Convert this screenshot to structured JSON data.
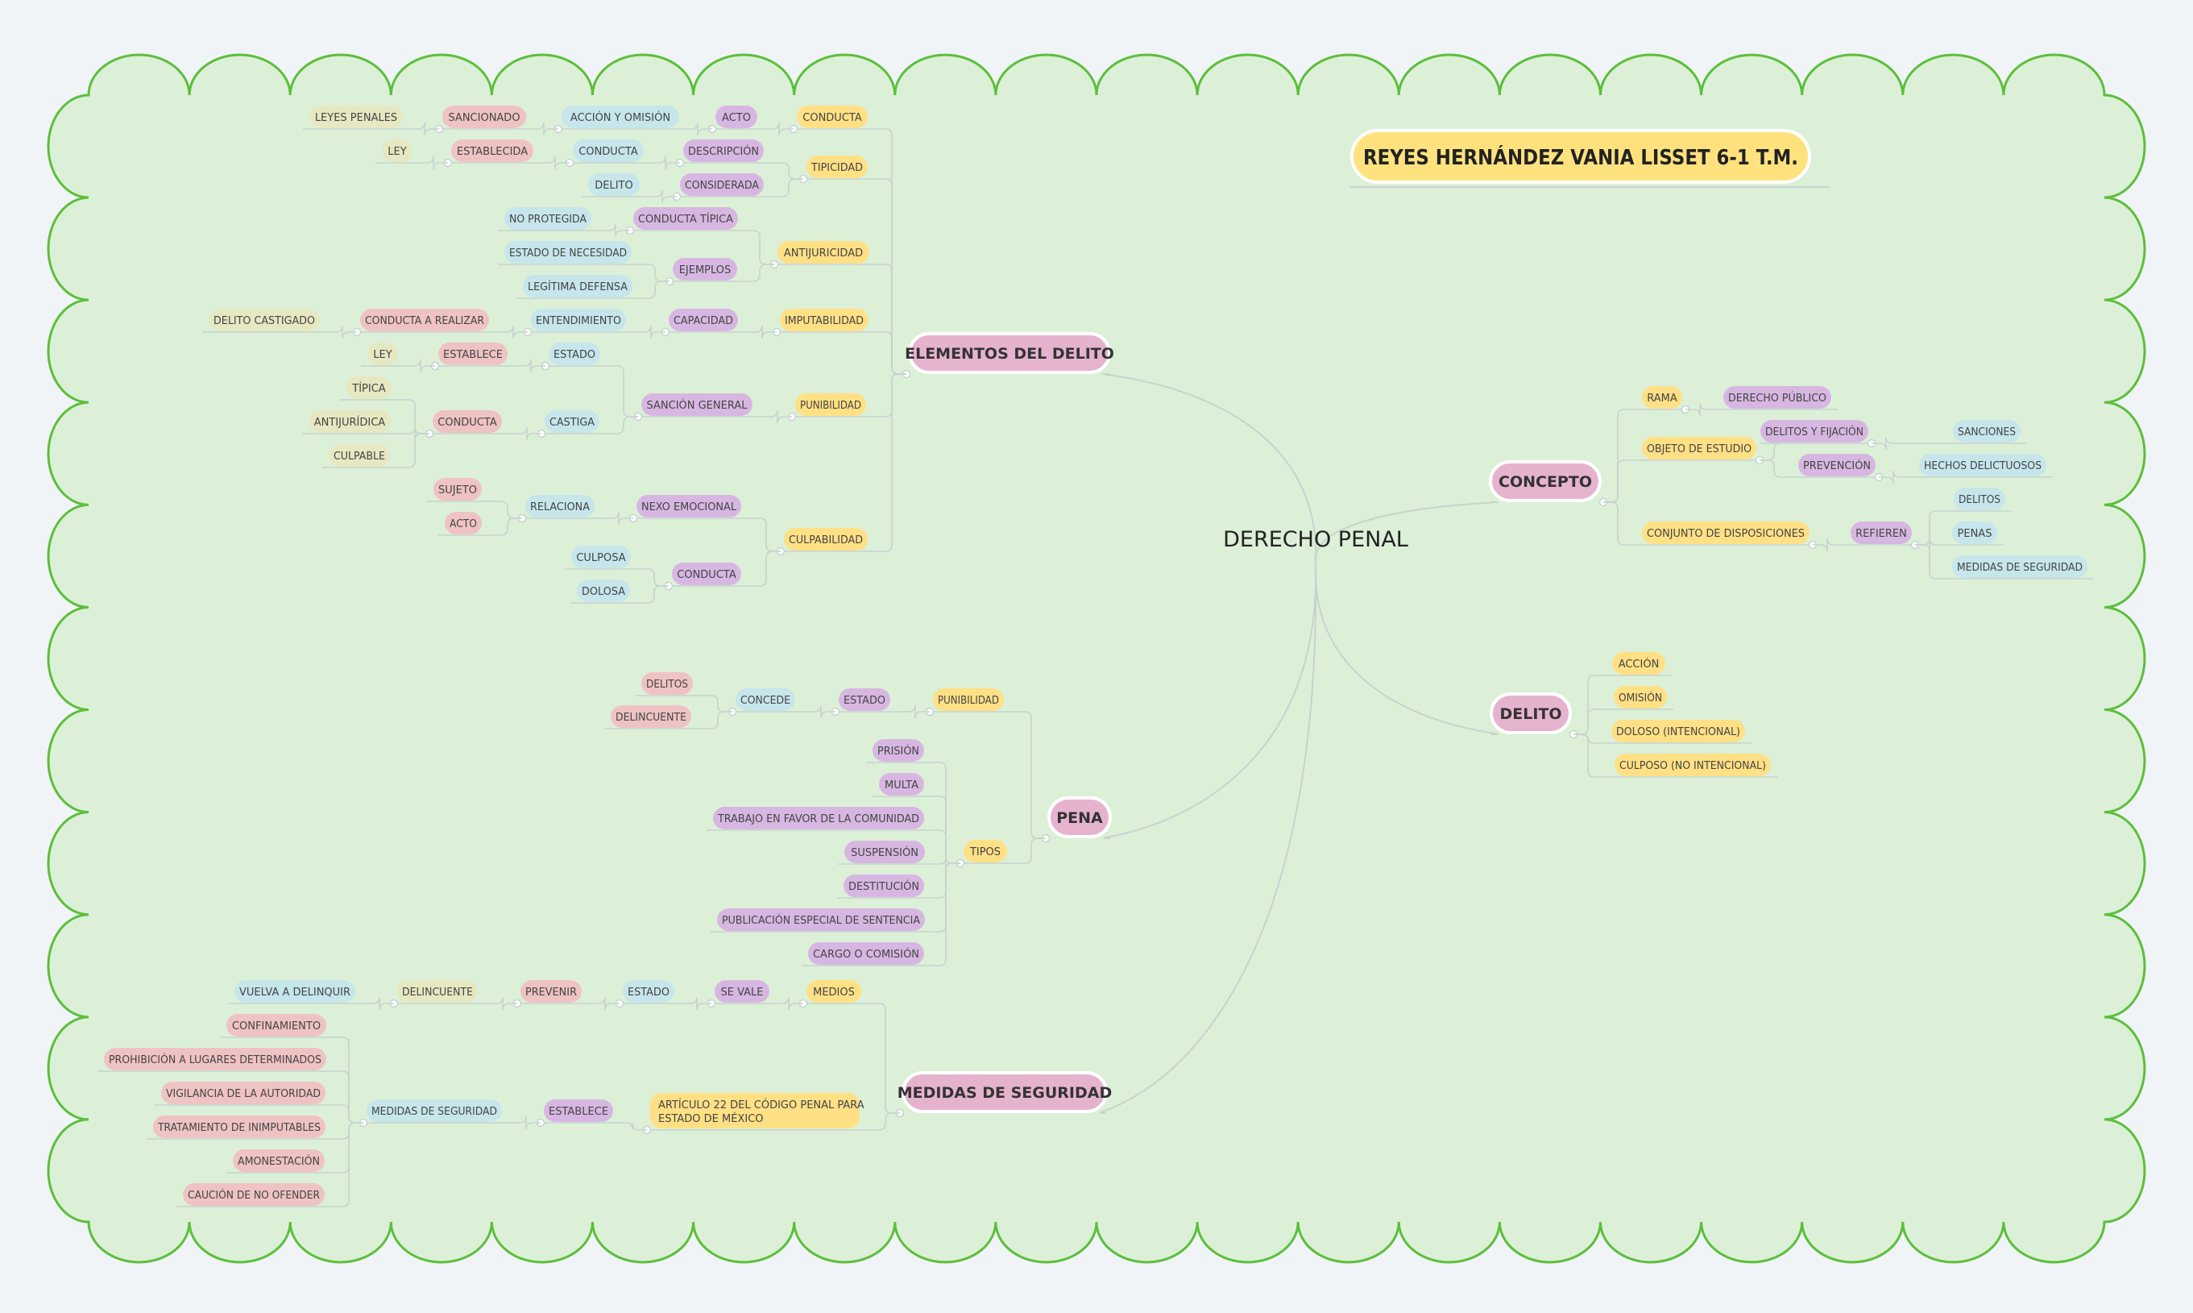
{
  "title": "REYES HERNÁNDEZ VANIA LISSET  6-1  T.M.",
  "root": "DERECHO PENAL",
  "colors": {
    "background": "#f0f4f7",
    "canvas": "#dcf0d8",
    "canvas_border": "#5cbf3a",
    "title_fill": "#ffe27e",
    "main_branch": "#e6b3cf",
    "yellow": "#ffe085",
    "purple": "#d7b7e2",
    "blue": "#c6e6ec",
    "pink": "#efc3c3",
    "olive": "#e6e8c2",
    "line": "#c6d3cf"
  },
  "nodes": {
    "ed": {
      "label": "ELEMENTOS DEL DELITO"
    },
    "conducta": {
      "label": "CONDUCTA"
    },
    "acto1": {
      "label": "ACTO"
    },
    "accion_omision": {
      "label": "ACCIÓN Y OMISIÓN"
    },
    "sancionado": {
      "label": "SANCIONADO"
    },
    "leyes_penales": {
      "label": "LEYES PENALES"
    },
    "tipicidad": {
      "label": "TIPICIDAD"
    },
    "descripcion": {
      "label": "DESCRIPCIÓN"
    },
    "conducta2": {
      "label": "CONDUCTA"
    },
    "establecida": {
      "label": "ESTABLECIDA"
    },
    "ley1": {
      "label": "LEY"
    },
    "considerada": {
      "label": "CONSIDERADA"
    },
    "delito1": {
      "label": "DELITO"
    },
    "antijuricidad": {
      "label": "ANTIJURICIDAD"
    },
    "conducta_tipica": {
      "label": "CONDUCTA TÍPICA"
    },
    "no_protegida": {
      "label": "NO PROTEGIDA"
    },
    "ejemplos": {
      "label": "EJEMPLOS"
    },
    "estado_necesidad": {
      "label": "ESTADO DE NECESIDAD"
    },
    "legitima_defensa": {
      "label": "LEGÍTIMA DEFENSA"
    },
    "imputabilidad": {
      "label": "IMPUTABILIDAD"
    },
    "capacidad": {
      "label": "CAPACIDAD"
    },
    "entendimiento": {
      "label": "ENTENDIMIENTO"
    },
    "conducta_realizar": {
      "label": "CONDUCTA A REALIZAR"
    },
    "delito_castigado": {
      "label": "DELITO CASTIGADO"
    },
    "punibilidad1": {
      "label": "PUNIBILIDAD"
    },
    "sancion_general": {
      "label": "SANCIÓN GENERAL"
    },
    "estado1": {
      "label": "ESTADO"
    },
    "establece1": {
      "label": "ESTABLECE"
    },
    "ley2": {
      "label": "LEY"
    },
    "castiga": {
      "label": "CASTIGA"
    },
    "conducta3": {
      "label": "CONDUCTA"
    },
    "tipica": {
      "label": "TÍPICA"
    },
    "antijuridica": {
      "label": "ANTIJURÍDICA"
    },
    "culpable": {
      "label": "CULPABLE"
    },
    "culpabilidad": {
      "label": "CULPABILIDAD"
    },
    "nexo_emocional": {
      "label": "NEXO EMOCIONAL"
    },
    "relaciona": {
      "label": "RELACIONA"
    },
    "sujeto": {
      "label": "SUJETO"
    },
    "acto2": {
      "label": "ACTO"
    },
    "conducta4": {
      "label": "CONDUCTA"
    },
    "culposa": {
      "label": "CULPOSA"
    },
    "dolosa": {
      "label": "DOLOSA"
    },
    "pena": {
      "label": "PENA"
    },
    "punibilidad2": {
      "label": "PUNIBILIDAD"
    },
    "estado2": {
      "label": "ESTADO"
    },
    "concede": {
      "label": "CONCEDE"
    },
    "delitos1": {
      "label": "DELITOS"
    },
    "delincuente1": {
      "label": "DELINCUENTE"
    },
    "tipos": {
      "label": "TIPOS"
    },
    "prision": {
      "label": "PRISIÓN"
    },
    "multa": {
      "label": "MULTA"
    },
    "trabajo": {
      "label": "TRABAJO EN FAVOR DE LA COMUNIDAD"
    },
    "suspension": {
      "label": "SUSPENSIÓN"
    },
    "destitucion": {
      "label": "DESTITUCIÓN"
    },
    "publicacion": {
      "label": "PUBLICACIÓN ESPECIAL DE SENTENCIA"
    },
    "cargo": {
      "label": "CARGO O COMISIÓN"
    },
    "ms": {
      "label": "MEDIDAS DE SEGURIDAD"
    },
    "medios": {
      "label": "MEDIOS"
    },
    "se_vale": {
      "label": "SE VALE"
    },
    "estado3": {
      "label": "ESTADO"
    },
    "prevenir": {
      "label": "PREVENIR"
    },
    "delincuente2": {
      "label": "DELINCUENTE"
    },
    "vuelva": {
      "label": "VUELVA A DELINQUIR"
    },
    "articulo": {
      "label": "ARTÍCULO 22 DEL CÓDIGO PENAL PARA",
      "label2": "ESTADO DE MÉXICO"
    },
    "establece2": {
      "label": "ESTABLECE"
    },
    "medidas_seg2": {
      "label": "MEDIDAS DE SEGURIDAD"
    },
    "confinamiento": {
      "label": "CONFINAMIENTO"
    },
    "prohibicion": {
      "label": "PROHIBICIÓN A LUGARES DETERMINADOS"
    },
    "vigilancia": {
      "label": "VIGILANCIA DE LA AUTORIDAD"
    },
    "tratamiento": {
      "label": "TRATAMIENTO DE INIMPUTABLES"
    },
    "amonestacion": {
      "label": "AMONESTACIÓN"
    },
    "caucion": {
      "label": "CAUCIÓN DE NO OFENDER"
    },
    "concepto": {
      "label": "CONCEPTO"
    },
    "rama": {
      "label": "RAMA"
    },
    "derecho_publico": {
      "label": "DERECHO PÚBLICO"
    },
    "objeto_estudio": {
      "label": "OBJETO DE ESTUDIO"
    },
    "delitos_fijacion": {
      "label": "DELITOS Y FIJACIÓN"
    },
    "sanciones": {
      "label": "SANCIONES"
    },
    "prevencion": {
      "label": "PREVENCIÓN"
    },
    "hechos": {
      "label": "HECHOS DELICTUOSOS"
    },
    "conjunto": {
      "label": "CONJUNTO DE DISPOSICIONES"
    },
    "refieren": {
      "label": "REFIEREN"
    },
    "delitos2": {
      "label": "DELITOS"
    },
    "penas": {
      "label": "PENAS"
    },
    "medidas3": {
      "label": "MEDIDAS DE SEGURIDAD"
    },
    "delito_main": {
      "label": "DELITO"
    },
    "accion": {
      "label": "ACCIÓN"
    },
    "omision": {
      "label": "OMISIÓN"
    },
    "doloso": {
      "label": "DOLOSO (INTENCIONAL)"
    },
    "culposo": {
      "label": "CULPOSO (NO INTENCIONAL)"
    }
  }
}
